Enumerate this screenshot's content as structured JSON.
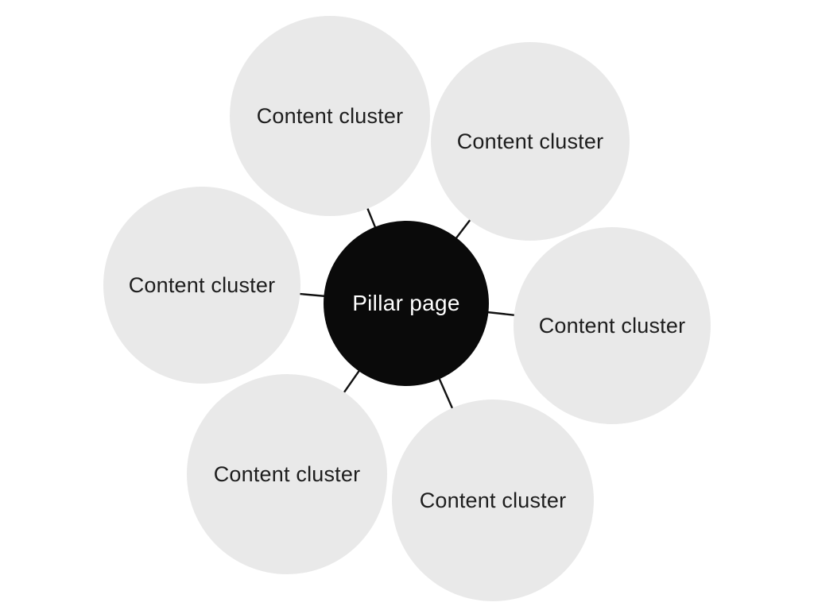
{
  "diagram": {
    "type": "hub-and-spoke",
    "center": {
      "label": "Pillar page"
    },
    "clusters": [
      {
        "label": "Content cluster",
        "position": "top-left"
      },
      {
        "label": "Content cluster",
        "position": "top-right"
      },
      {
        "label": "Content cluster",
        "position": "right"
      },
      {
        "label": "Content cluster",
        "position": "bottom-right"
      },
      {
        "label": "Content cluster",
        "position": "bottom-left"
      },
      {
        "label": "Content cluster",
        "position": "left"
      }
    ],
    "connector_count": 6,
    "colors": {
      "background": "#ffffff",
      "pillar_fill": "#0a0a0a",
      "pillar_text": "#ffffff",
      "cluster_fill": "#e9e9e9",
      "cluster_text": "#1d1d1d",
      "connector": "#111111"
    }
  }
}
